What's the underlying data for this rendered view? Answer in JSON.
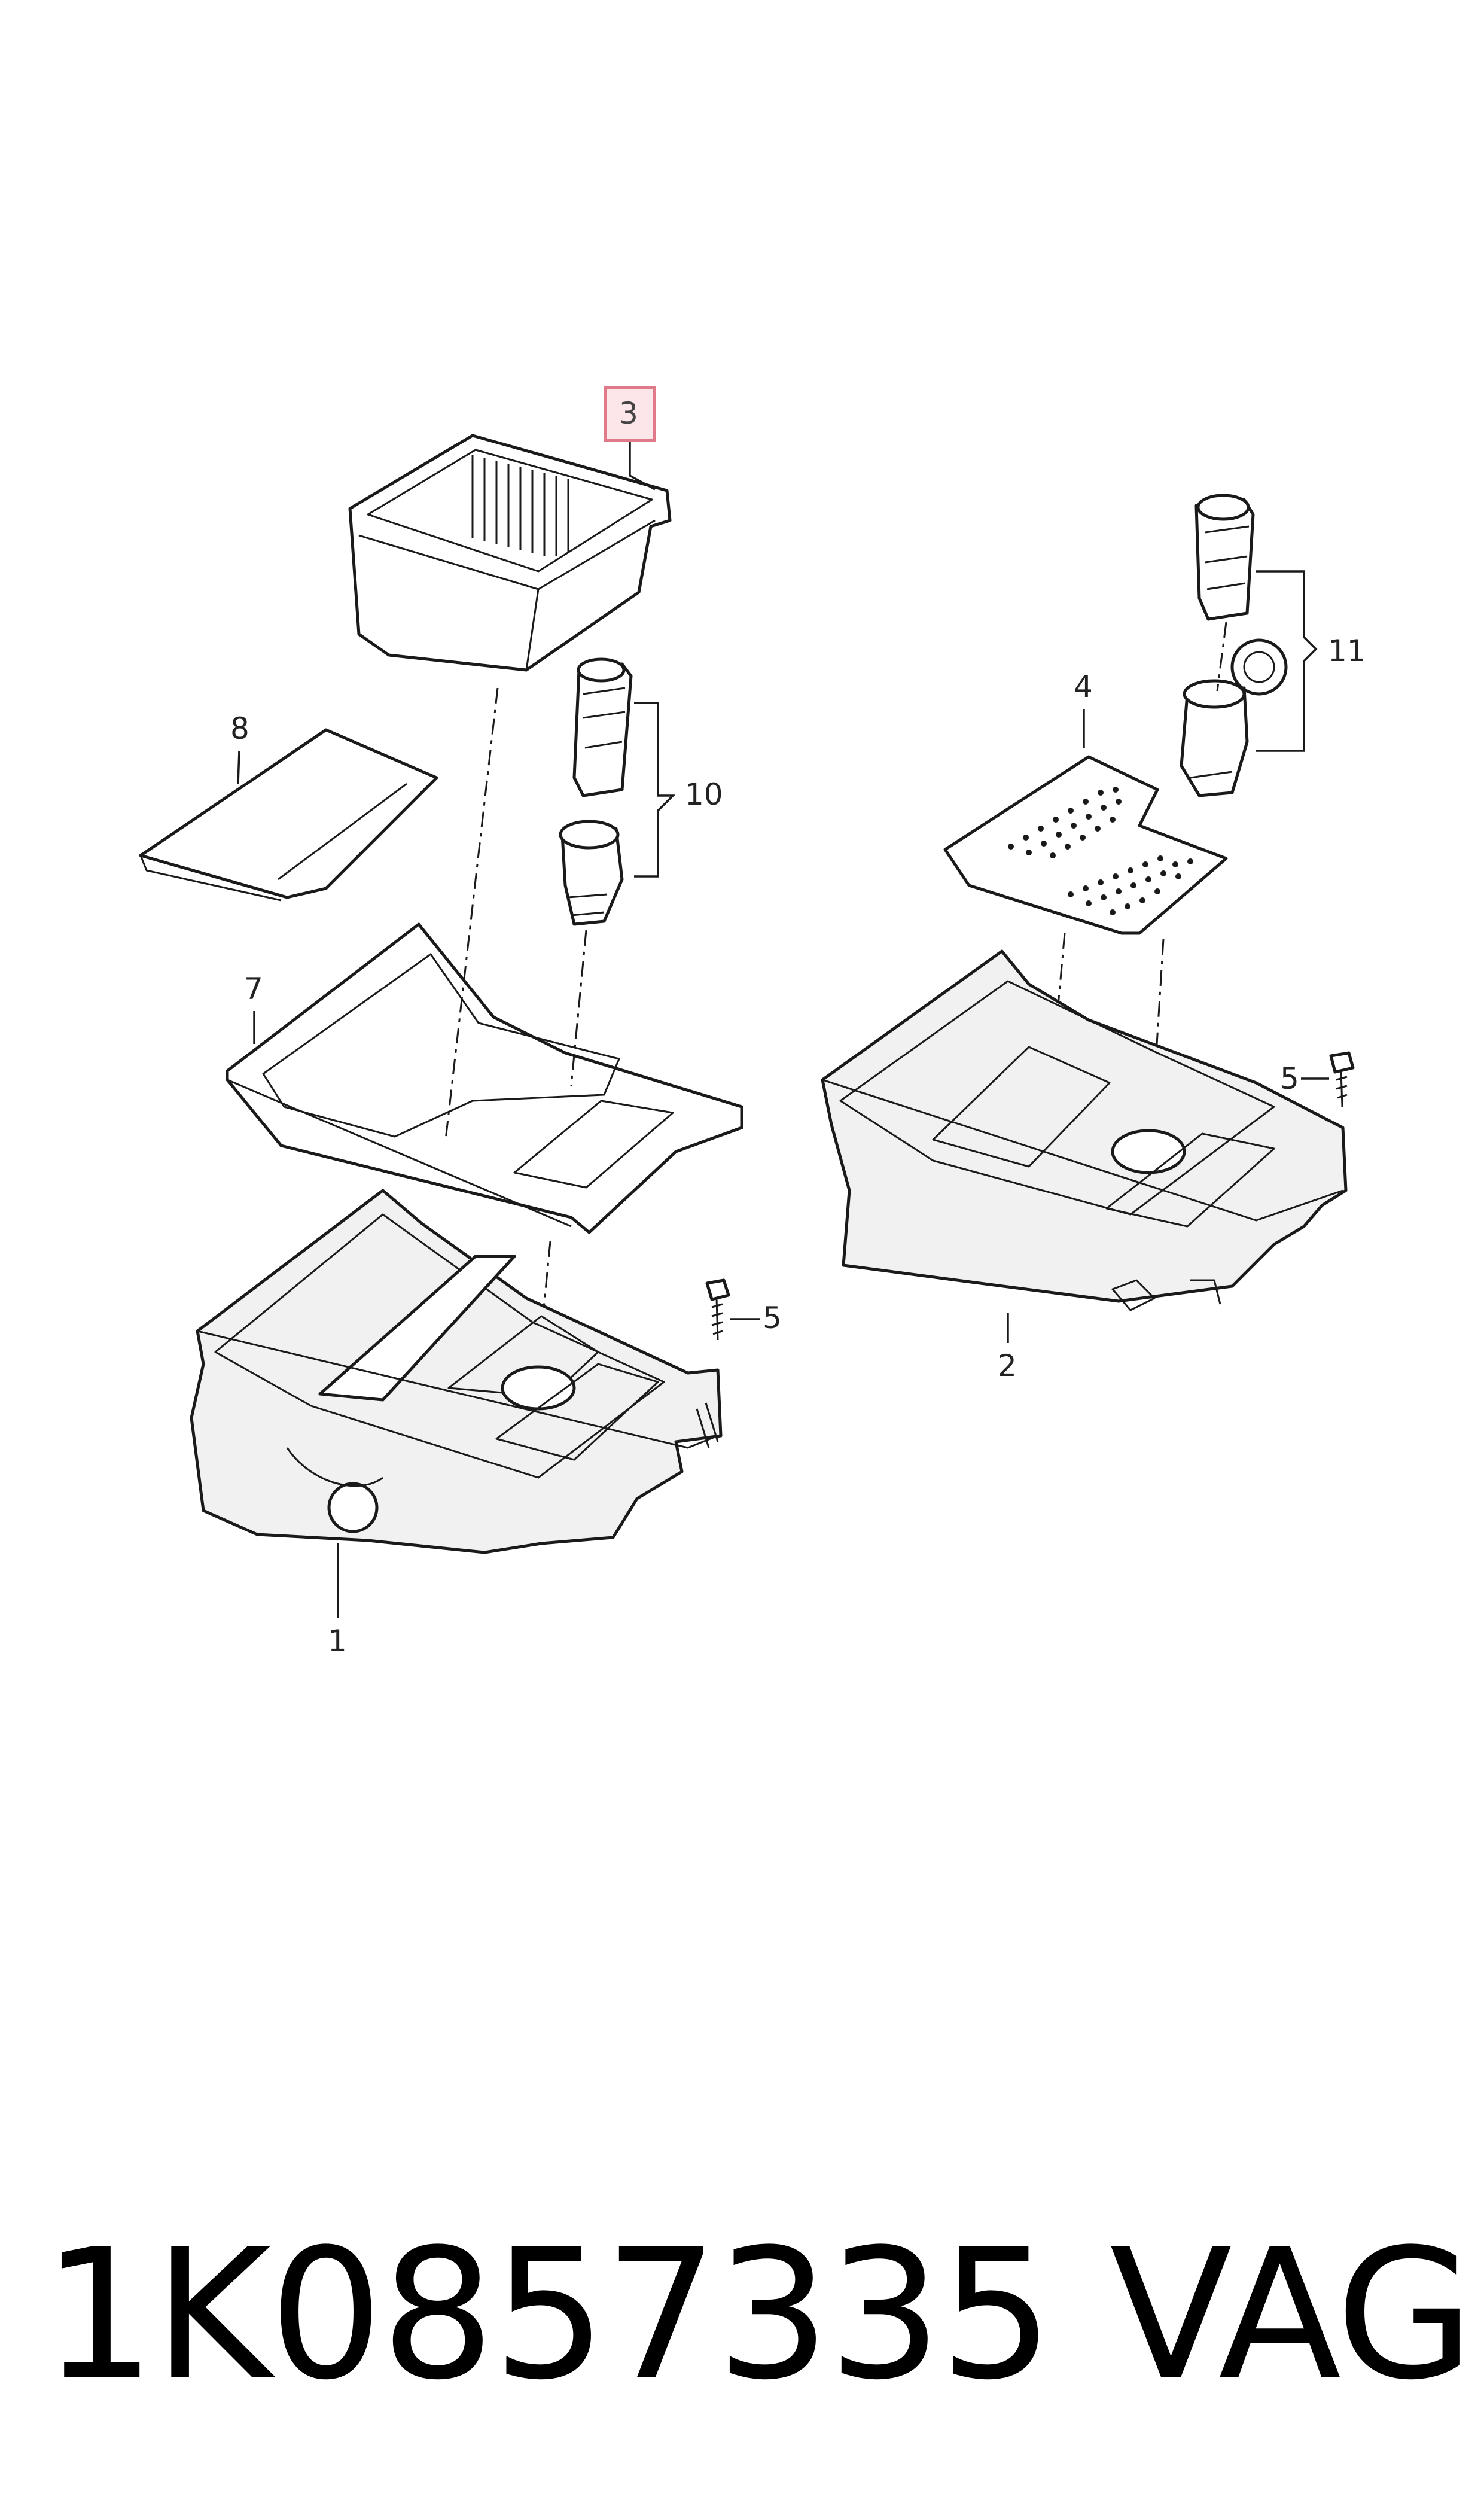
{
  "callouts": {
    "c1": "1",
    "c2": "2",
    "c3": "3",
    "c4": "4",
    "c5a": "5",
    "c5b": "5",
    "c7": "7",
    "c8": "8",
    "c10": "10",
    "c11": "11"
  },
  "highlight": {
    "callout": "3",
    "color": "#e07a8a",
    "fill": "#fde6ea"
  },
  "footer": {
    "part_number": "1K0857335",
    "brand": "VAG"
  }
}
